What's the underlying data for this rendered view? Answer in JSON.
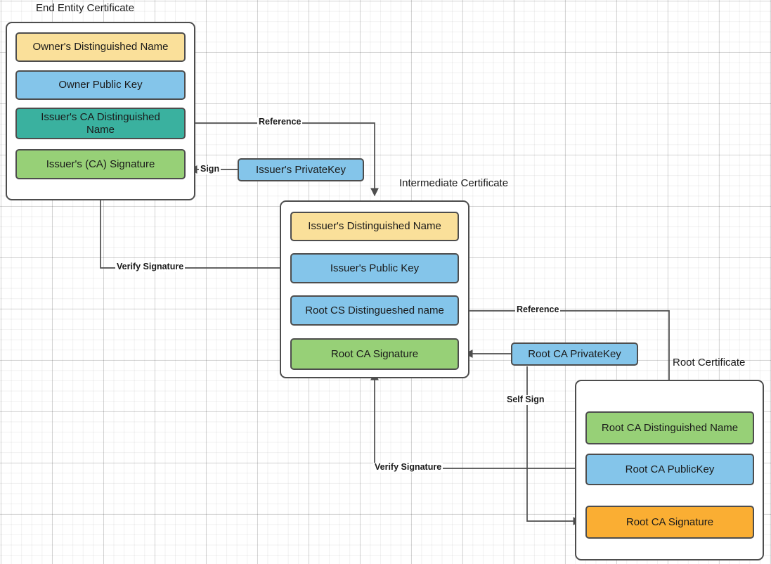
{
  "diagram": {
    "title_ee": "End Entity Certificate",
    "title_intermediate": "Intermediate Certificate",
    "title_root": "Root Certificate"
  },
  "end_entity_certificate": {
    "label": "End Entity Certificate",
    "fields": [
      {
        "text": "Owner's Distinguished Name",
        "color": "#FAE09A"
      },
      {
        "text": "Owner Public  Key",
        "color": "#84C5EA"
      },
      {
        "text": "Issuer's CA Distinguished\nName",
        "color": "#3AB19F"
      },
      {
        "text": "Issuer's (CA) Signature",
        "color": "#97D077"
      }
    ]
  },
  "intermediate_certificate": {
    "label": "Intermediate Certificate",
    "fields": [
      {
        "text": "Issuer's Distinguished Name",
        "color": "#FAE09A"
      },
      {
        "text": "Issuer's Public  Key",
        "color": "#84C5EA"
      },
      {
        "text": "Root CS Distingueshed name",
        "color": "#84C5EA"
      },
      {
        "text": "Root CA Signature",
        "color": "#97D077"
      }
    ]
  },
  "root_certificate": {
    "label": "Root Certificate",
    "fields": [
      {
        "text": "Root CA Distinguished Name",
        "color": "#97D077"
      },
      {
        "text": "Root CA PublicKey",
        "color": "#84C5EA"
      },
      {
        "text": "Root CA Signature",
        "color": "#FAAE33"
      }
    ]
  },
  "keys": {
    "issuer_private_key": "Issuer's PrivateKey",
    "root_ca_private_key": "Root CA PrivateKey"
  },
  "edges": {
    "reference_top": "Reference",
    "sign": "Sign",
    "verify_signature_top": "Verify Signature",
    "reference_bottom": "Reference",
    "self_sign": "Self Sign",
    "verify_signature_bottom": "Verify Signature"
  },
  "colors": {
    "stroke": "#4D4D4D",
    "yellow": "#FAE09A",
    "blue": "#84C5EA",
    "teal": "#3AB19F",
    "green": "#97D077",
    "orange": "#FAAE33",
    "grid": "#E0E0E0",
    "background": "#FFFFFF"
  }
}
